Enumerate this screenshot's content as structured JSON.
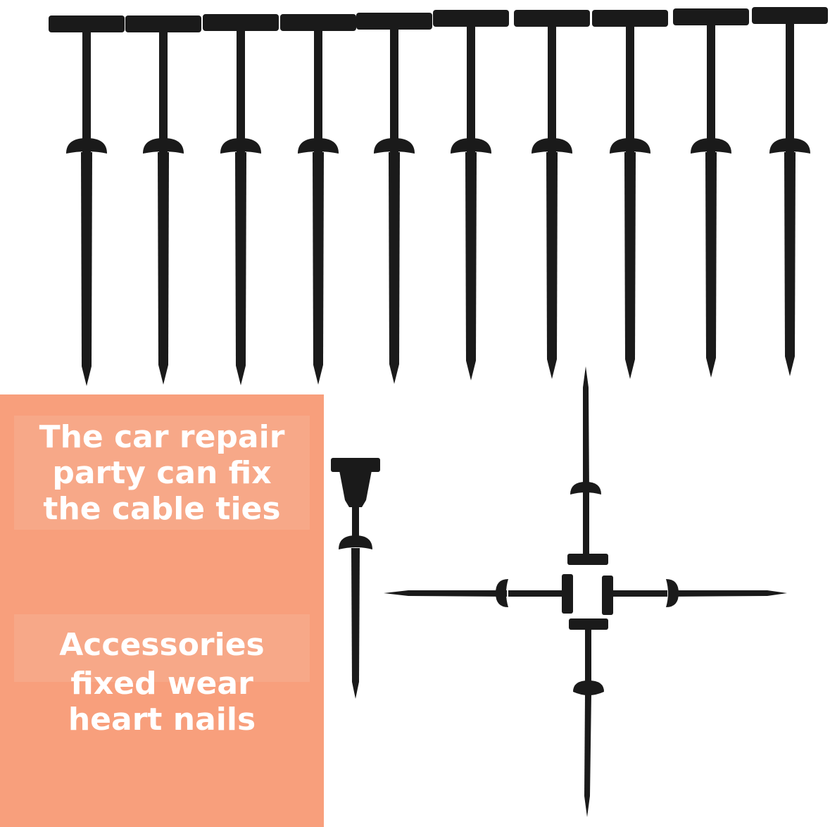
{
  "captions": {
    "top": [
      "The car repair",
      "party can fix",
      "the cable ties"
    ],
    "bottom": [
      "Accessories",
      "fixed wear",
      "heart nails"
    ]
  },
  "colors": {
    "panel": "#f89f7c",
    "caption_box": "#f7a888",
    "nail": "#1a1a1a",
    "text": "#ffffff"
  },
  "nail_count_top_row": 10
}
